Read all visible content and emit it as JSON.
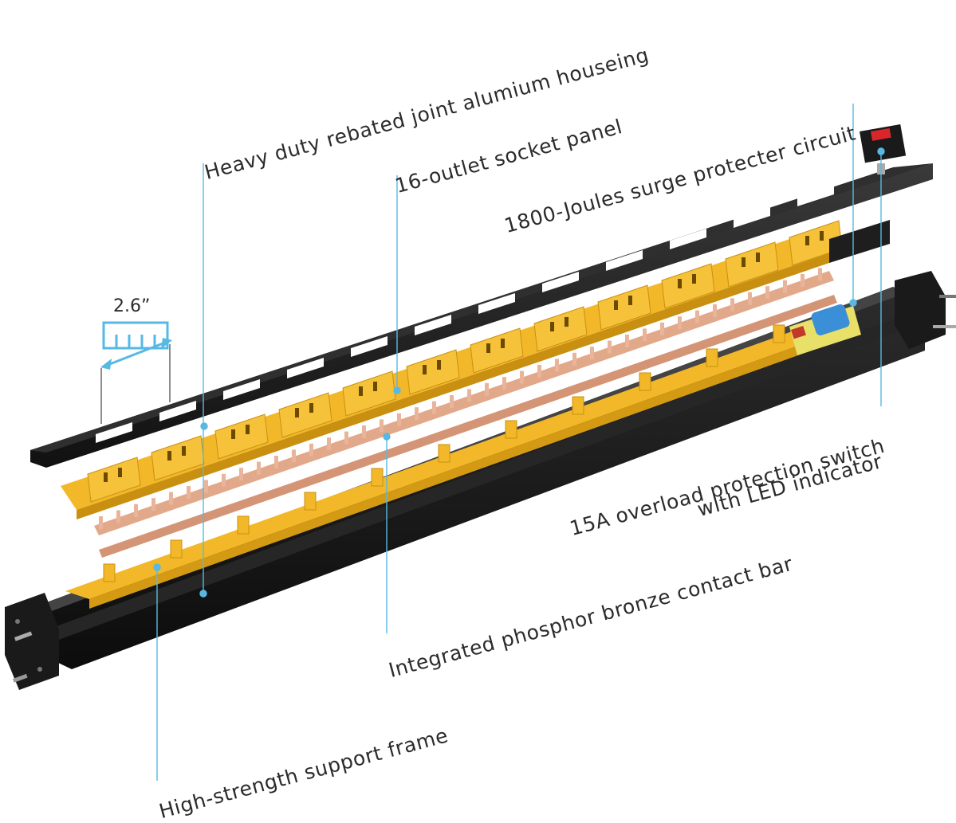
{
  "dimension": {
    "label": "2.6”"
  },
  "callouts": {
    "housing": "Heavy duty rebated joint alumium houseing",
    "socket_panel": "16-outlet socket panel",
    "surge": "1800-Joules surge protecter circuit",
    "switch_line1": "15A overload protection switch",
    "switch_line2": "with LED indicator",
    "contact_bar": "Integrated phosphor bronze contact bar",
    "frame": "High-strength support frame"
  },
  "colors": {
    "housing": "#1c1c1c",
    "socket": "#f2b829",
    "contact": "#e2a88a",
    "leader": "#57b9e3",
    "switch": "#d8262b"
  }
}
